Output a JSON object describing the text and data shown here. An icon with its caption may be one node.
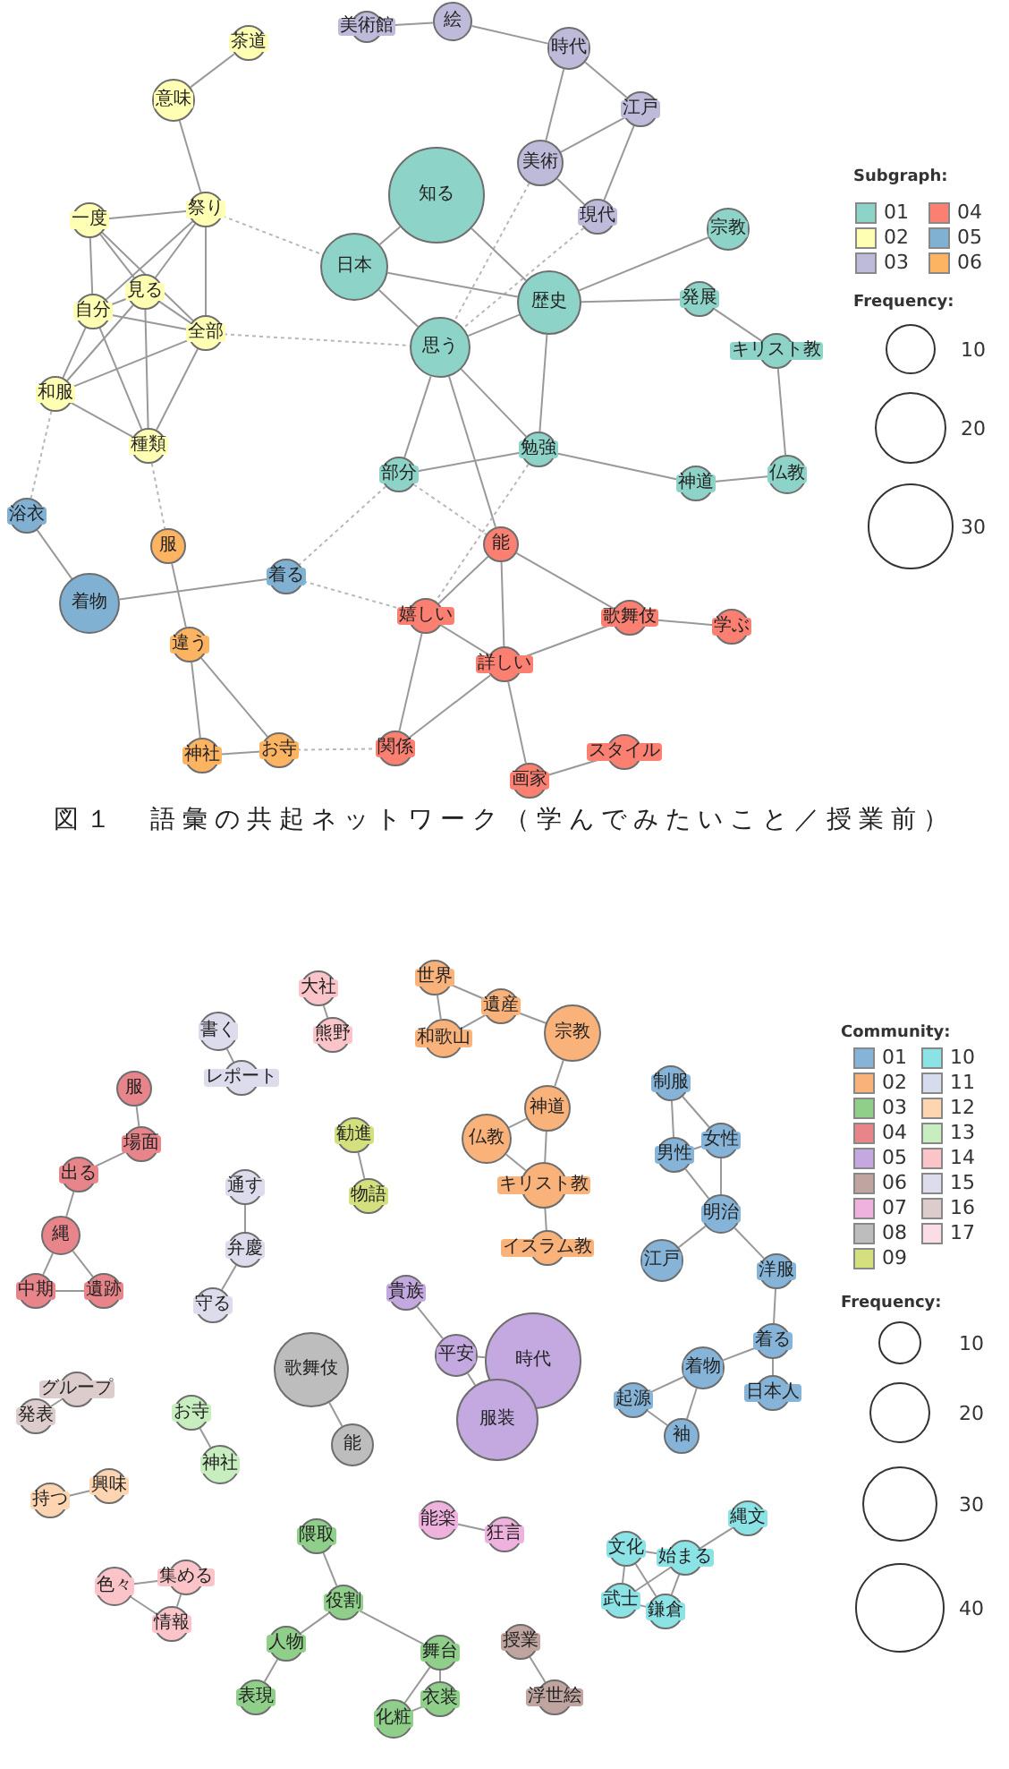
{
  "diagram": {
    "caption": "図１　語彙の共起ネットワーク（学んでみたいこと／授業前）",
    "nodes": [
      {
        "text": [
          "美術館"
        ]
      },
      {
        "text": [
          "絵"
        ]
      },
      {
        "text": [
          "時代"
        ]
      },
      {
        "text": [
          "茶道"
        ]
      },
      {
        "text": [
          "意味"
        ]
      },
      {
        "text": [
          "江戸"
        ]
      },
      {
        "text": [
          "美術"
        ]
      },
      {
        "text": [
          "知る"
        ]
      },
      {
        "text": [
          "一度"
        ]
      },
      {
        "text": [
          "祭り"
        ]
      },
      {
        "text": [
          "現代"
        ]
      },
      {
        "text": [
          "宗教"
        ]
      },
      {
        "text": [
          "日本"
        ]
      },
      {
        "text": [
          "見る"
        ]
      },
      {
        "text": [
          "自分"
        ]
      },
      {
        "text": [
          "全部"
        ]
      },
      {
        "text": [
          "思う"
        ]
      },
      {
        "text": [
          "歴史"
        ]
      },
      {
        "text": [
          "発展"
        ]
      },
      {
        "text": [
          "キリスト教"
        ]
      },
      {
        "text": [
          "和服"
        ]
      },
      {
        "text": [
          "種類"
        ]
      },
      {
        "text": [
          "部分"
        ]
      },
      {
        "text": [
          "勉強"
        ]
      },
      {
        "text": [
          "神道"
        ]
      },
      {
        "text": [
          "仏教"
        ]
      },
      {
        "text": [
          "浴衣"
        ]
      },
      {
        "text": [
          "服"
        ]
      },
      {
        "text": [
          "能"
        ]
      },
      {
        "text": [
          "着る"
        ]
      },
      {
        "text": [
          "着物"
        ]
      },
      {
        "text": [
          "嬉しい"
        ]
      },
      {
        "text": [
          "歌舞伎"
        ]
      },
      {
        "text": [
          "学ぶ"
        ]
      },
      {
        "text": [
          "違う"
        ]
      },
      {
        "text": [
          "詳しい"
        ]
      },
      {
        "text": [
          "神社"
        ]
      },
      {
        "text": [
          "お寺"
        ]
      },
      {
        "text": [
          "関係"
        ]
      },
      {
        "text": [
          "スタイル"
        ]
      },
      {
        "text": [
          "画家"
        ]
      },
      {
        "text": [
          "大社"
        ]
      },
      {
        "text": [
          "世界"
        ]
      },
      {
        "text": [
          "書く"
        ]
      },
      {
        "text": [
          "熊野"
        ]
      },
      {
        "text": [
          "遺産"
        ]
      },
      {
        "text": [
          "和歌山"
        ]
      },
      {
        "text": [
          "宗教"
        ]
      },
      {
        "text": [
          "レポート"
        ]
      },
      {
        "text": [
          "服"
        ]
      },
      {
        "text": [
          "制服"
        ]
      },
      {
        "text": [
          "神道"
        ]
      },
      {
        "text": [
          "勧進"
        ]
      },
      {
        "text": [
          "場面"
        ]
      },
      {
        "text": [
          "女性"
        ]
      },
      {
        "text": [
          "仏教"
        ]
      },
      {
        "text": [
          "通す"
        ]
      },
      {
        "text": [
          "出る"
        ]
      },
      {
        "text": [
          "男性"
        ]
      },
      {
        "text": [
          "物語"
        ]
      },
      {
        "text": [
          "キリスト教"
        ]
      },
      {
        "text": [
          "明治"
        ]
      },
      {
        "text": [
          "縄"
        ]
      },
      {
        "text": [
          "弁慶"
        ]
      },
      {
        "text": [
          "イスラム教"
        ]
      },
      {
        "text": [
          "江戸"
        ]
      },
      {
        "text": [
          "洋服"
        ]
      },
      {
        "text": [
          "中期"
        ]
      },
      {
        "text": [
          "遺跡"
        ]
      },
      {
        "text": [
          "守る"
        ]
      },
      {
        "text": [
          "貴族"
        ]
      },
      {
        "text": [
          "平安"
        ]
      },
      {
        "text": [
          "時代"
        ]
      },
      {
        "text": [
          "歌舞伎"
        ]
      },
      {
        "text": [
          "着る"
        ]
      },
      {
        "text": [
          "着物"
        ]
      },
      {
        "text": [
          "グループ"
        ]
      },
      {
        "text": [
          "日本人"
        ]
      },
      {
        "text": [
          "発表"
        ]
      },
      {
        "text": [
          "お寺"
        ]
      },
      {
        "text": [
          "能"
        ]
      },
      {
        "text": [
          "服装"
        ]
      },
      {
        "text": [
          "起源"
        ]
      },
      {
        "text": [
          "袖"
        ]
      },
      {
        "text": [
          "神社"
        ]
      },
      {
        "text": [
          "持つ"
        ]
      },
      {
        "text": [
          "興味"
        ]
      },
      {
        "text": [
          "能楽"
        ]
      },
      {
        "text": [
          "狂言"
        ]
      },
      {
        "text": [
          "縄文"
        ]
      },
      {
        "text": [
          "隈取"
        ]
      },
      {
        "text": [
          "文化"
        ]
      },
      {
        "text": [
          "始まる"
        ]
      },
      {
        "text": [
          "色々"
        ]
      },
      {
        "text": [
          "集める"
        ]
      },
      {
        "text": [
          "役割"
        ]
      },
      {
        "text": [
          "武士"
        ]
      },
      {
        "text": [
          "鎌倉"
        ]
      },
      {
        "text": [
          "情報"
        ]
      },
      {
        "text": [
          "授業"
        ]
      },
      {
        "text": [
          "人物"
        ]
      },
      {
        "text": [
          "舞台"
        ]
      },
      {
        "text": [
          "表現"
        ]
      },
      {
        "text": [
          "衣装"
        ]
      },
      {
        "text": [
          "化粧"
        ]
      },
      {
        "text": [
          "浮世絵"
        ]
      }
    ],
    "edges": [
      {
        "from": 0,
        "to": 1,
        "arrow": "none"
      },
      {
        "from": 1,
        "to": 2,
        "arrow": "none"
      },
      {
        "from": 2,
        "to": 5,
        "arrow": "none"
      },
      {
        "from": 2,
        "to": 6,
        "arrow": "none"
      },
      {
        "from": 5,
        "to": 6,
        "arrow": "none"
      },
      {
        "from": 5,
        "to": 10,
        "arrow": "none"
      },
      {
        "from": 6,
        "to": 10,
        "arrow": "none"
      },
      {
        "from": 6,
        "to": 16,
        "arrow": "none",
        "style": "dashed"
      },
      {
        "from": 10,
        "to": 16,
        "arrow": "none",
        "style": "dashed"
      },
      {
        "from": 3,
        "to": 4,
        "arrow": "none"
      },
      {
        "from": 4,
        "to": 9,
        "arrow": "none"
      },
      {
        "from": 9,
        "to": 8,
        "arrow": "none"
      },
      {
        "from": 9,
        "to": 14,
        "arrow": "none"
      },
      {
        "from": 9,
        "to": 13,
        "arrow": "none"
      },
      {
        "from": 9,
        "to": 15,
        "arrow": "none"
      },
      {
        "from": 9,
        "to": 12,
        "arrow": "none",
        "style": "dashed"
      },
      {
        "from": 8,
        "to": 14,
        "arrow": "none"
      },
      {
        "from": 8,
        "to": 13,
        "arrow": "none"
      },
      {
        "from": 8,
        "to": 15,
        "arrow": "none"
      },
      {
        "from": 13,
        "to": 14,
        "arrow": "none"
      },
      {
        "from": 13,
        "to": 15,
        "arrow": "none"
      },
      {
        "from": 13,
        "to": 20,
        "arrow": "none"
      },
      {
        "from": 13,
        "to": 21,
        "arrow": "none"
      },
      {
        "from": 14,
        "to": 15,
        "arrow": "none"
      },
      {
        "from": 14,
        "to": 20,
        "arrow": "none"
      },
      {
        "from": 14,
        "to": 21,
        "arrow": "none"
      },
      {
        "from": 15,
        "to": 20,
        "arrow": "none"
      },
      {
        "from": 15,
        "to": 21,
        "arrow": "none"
      },
      {
        "from": 20,
        "to": 21,
        "arrow": "none"
      },
      {
        "from": 15,
        "to": 16,
        "arrow": "none",
        "style": "dashed"
      },
      {
        "from": 20,
        "to": 26,
        "arrow": "none",
        "style": "dashed"
      },
      {
        "from": 21,
        "to": 27,
        "arrow": "none",
        "style": "dashed"
      },
      {
        "from": 7,
        "to": 12,
        "arrow": "none"
      },
      {
        "from": 7,
        "to": 17,
        "arrow": "none"
      },
      {
        "from": 12,
        "to": 16,
        "arrow": "none"
      },
      {
        "from": 12,
        "to": 17,
        "arrow": "none"
      },
      {
        "from": 16,
        "to": 17,
        "arrow": "none"
      },
      {
        "from": 16,
        "to": 23,
        "arrow": "none"
      },
      {
        "from": 16,
        "to": 22,
        "arrow": "none"
      },
      {
        "from": 16,
        "to": 28,
        "arrow": "none"
      },
      {
        "from": 23,
        "to": 31,
        "arrow": "none",
        "style": "dashed"
      },
      {
        "from": 22,
        "to": 28,
        "arrow": "none",
        "style": "dashed"
      },
      {
        "from": 22,
        "to": 29,
        "arrow": "none",
        "style": "dashed"
      },
      {
        "from": 29,
        "to": 31,
        "arrow": "none",
        "style": "dashed"
      },
      {
        "from": 29,
        "to": 30,
        "arrow": "none"
      },
      {
        "from": 26,
        "to": 30,
        "arrow": "none"
      },
      {
        "from": 17,
        "to": 11,
        "arrow": "none"
      },
      {
        "from": 17,
        "to": 18,
        "arrow": "none"
      },
      {
        "from": 18,
        "to": 19,
        "arrow": "none"
      },
      {
        "from": 19,
        "to": 25,
        "arrow": "none"
      },
      {
        "from": 17,
        "to": 23,
        "arrow": "none"
      },
      {
        "from": 23,
        "to": 22,
        "arrow": "none"
      },
      {
        "from": 23,
        "to": 24,
        "arrow": "none"
      },
      {
        "from": 24,
        "to": 25,
        "arrow": "none"
      },
      {
        "from": 28,
        "to": 31,
        "arrow": "none"
      },
      {
        "from": 28,
        "to": 35,
        "arrow": "none"
      },
      {
        "from": 28,
        "to": 32,
        "arrow": "none"
      },
      {
        "from": 31,
        "to": 35,
        "arrow": "none"
      },
      {
        "from": 31,
        "to": 38,
        "arrow": "none"
      },
      {
        "from": 35,
        "to": 32,
        "arrow": "none"
      },
      {
        "from": 32,
        "to": 33,
        "arrow": "none"
      },
      {
        "from": 35,
        "to": 38,
        "arrow": "none"
      },
      {
        "from": 35,
        "to": 40,
        "arrow": "none"
      },
      {
        "from": 40,
        "to": 39,
        "arrow": "none"
      },
      {
        "from": 27,
        "to": 34,
        "arrow": "none"
      },
      {
        "from": 34,
        "to": 36,
        "arrow": "none"
      },
      {
        "from": 34,
        "to": 37,
        "arrow": "none"
      },
      {
        "from": 36,
        "to": 37,
        "arrow": "none"
      },
      {
        "from": 37,
        "to": 38,
        "arrow": "none",
        "style": "dashed"
      },
      {
        "from": 41,
        "to": 44,
        "arrow": "none"
      },
      {
        "from": 43,
        "to": 48,
        "arrow": "none"
      },
      {
        "from": 42,
        "to": 45,
        "arrow": "none"
      },
      {
        "from": 42,
        "to": 46,
        "arrow": "none"
      },
      {
        "from": 45,
        "to": 46,
        "arrow": "none"
      },
      {
        "from": 45,
        "to": 47,
        "arrow": "none"
      },
      {
        "from": 47,
        "to": 51,
        "arrow": "none"
      },
      {
        "from": 51,
        "to": 55,
        "arrow": "none"
      },
      {
        "from": 51,
        "to": 60,
        "arrow": "none"
      },
      {
        "from": 55,
        "to": 60,
        "arrow": "none"
      },
      {
        "from": 60,
        "to": 64,
        "arrow": "none"
      },
      {
        "from": 50,
        "to": 54,
        "arrow": "none"
      },
      {
        "from": 50,
        "to": 58,
        "arrow": "none"
      },
      {
        "from": 54,
        "to": 58,
        "arrow": "none"
      },
      {
        "from": 54,
        "to": 61,
        "arrow": "none"
      },
      {
        "from": 58,
        "to": 61,
        "arrow": "none"
      },
      {
        "from": 61,
        "to": 65,
        "arrow": "none"
      },
      {
        "from": 61,
        "to": 66,
        "arrow": "none"
      },
      {
        "from": 66,
        "to": 74,
        "arrow": "none"
      },
      {
        "from": 74,
        "to": 75,
        "arrow": "none"
      },
      {
        "from": 74,
        "to": 77,
        "arrow": "none"
      },
      {
        "from": 75,
        "to": 82,
        "arrow": "none"
      },
      {
        "from": 75,
        "to": 83,
        "arrow": "none"
      },
      {
        "from": 82,
        "to": 83,
        "arrow": "none"
      },
      {
        "from": 49,
        "to": 53,
        "arrow": "none"
      },
      {
        "from": 53,
        "to": 57,
        "arrow": "none"
      },
      {
        "from": 57,
        "to": 62,
        "arrow": "none"
      },
      {
        "from": 62,
        "to": 67,
        "arrow": "none"
      },
      {
        "from": 62,
        "to": 68,
        "arrow": "none"
      },
      {
        "from": 67,
        "to": 68,
        "arrow": "none"
      },
      {
        "from": 52,
        "to": 59,
        "arrow": "none"
      },
      {
        "from": 56,
        "to": 63,
        "arrow": "none"
      },
      {
        "from": 63,
        "to": 69,
        "arrow": "none"
      },
      {
        "from": 70,
        "to": 71,
        "arrow": "none"
      },
      {
        "from": 71,
        "to": 72,
        "arrow": "none"
      },
      {
        "from": 71,
        "to": 81,
        "arrow": "none"
      },
      {
        "from": 73,
        "to": 80,
        "arrow": "none"
      },
      {
        "from": 76,
        "to": 78,
        "arrow": "none"
      },
      {
        "from": 79,
        "to": 84,
        "arrow": "none"
      },
      {
        "from": 85,
        "to": 86,
        "arrow": "none"
      },
      {
        "from": 87,
        "to": 88,
        "arrow": "none"
      },
      {
        "from": 89,
        "to": 92,
        "arrow": "none"
      },
      {
        "from": 91,
        "to": 92,
        "arrow": "none"
      },
      {
        "from": 91,
        "to": 96,
        "arrow": "none"
      },
      {
        "from": 91,
        "to": 97,
        "arrow": "none"
      },
      {
        "from": 92,
        "to": 96,
        "arrow": "none"
      },
      {
        "from": 92,
        "to": 97,
        "arrow": "none"
      },
      {
        "from": 96,
        "to": 97,
        "arrow": "none"
      },
      {
        "from": 93,
        "to": 94,
        "arrow": "none"
      },
      {
        "from": 93,
        "to": 98,
        "arrow": "none"
      },
      {
        "from": 94,
        "to": 98,
        "arrow": "none"
      },
      {
        "from": 90,
        "to": 95,
        "arrow": "none"
      },
      {
        "from": 95,
        "to": 100,
        "arrow": "none"
      },
      {
        "from": 95,
        "to": 101,
        "arrow": "none"
      },
      {
        "from": 100,
        "to": 102,
        "arrow": "none"
      },
      {
        "from": 101,
        "to": 104,
        "arrow": "none"
      },
      {
        "from": 101,
        "to": 103,
        "arrow": "none"
      },
      {
        "from": 104,
        "to": 103,
        "arrow": "none"
      },
      {
        "from": 99,
        "to": 105,
        "arrow": "none"
      }
    ],
    "labels": [
      "Subgraph:",
      "Frequency:",
      "Community:",
      "Frequency:"
    ],
    "legend": [
      {
        "text": "01",
        "color": "#8dd3c7"
      },
      {
        "text": "04",
        "color": "#fb8072"
      },
      {
        "text": "02",
        "color": "#ffffb3"
      },
      {
        "text": "05",
        "color": "#80b1d3"
      },
      {
        "text": "03",
        "color": "#bebada"
      },
      {
        "text": "06",
        "color": "#fdb462"
      },
      {
        "text": "10"
      },
      {
        "text": "20"
      },
      {
        "text": "30"
      },
      {
        "text": "01",
        "color": "#86b4d8"
      },
      {
        "text": "10",
        "color": "#8ce3e6"
      },
      {
        "text": "02",
        "color": "#f9b27a"
      },
      {
        "text": "11",
        "color": "#d6dcec"
      },
      {
        "text": "03",
        "color": "#8fcf8a"
      },
      {
        "text": "12",
        "color": "#fdd5b1"
      },
      {
        "text": "04",
        "color": "#e8858a"
      },
      {
        "text": "13",
        "color": "#c8eec0"
      },
      {
        "text": "05",
        "color": "#c4a8e0"
      },
      {
        "text": "14",
        "color": "#fbc4c9"
      },
      {
        "text": "06",
        "color": "#bfa49f"
      },
      {
        "text": "15",
        "color": "#dcdcec"
      },
      {
        "text": "07",
        "color": "#efb2df"
      },
      {
        "text": "16",
        "color": "#dccccc"
      },
      {
        "text": "08",
        "color": "#bdbdbd"
      },
      {
        "text": "17",
        "color": "#fbdde6"
      },
      {
        "text": "09",
        "color": "#d4e07e"
      },
      {
        "text": "10"
      },
      {
        "text": "20"
      },
      {
        "text": "30"
      },
      {
        "text": "40"
      }
    ]
  }
}
